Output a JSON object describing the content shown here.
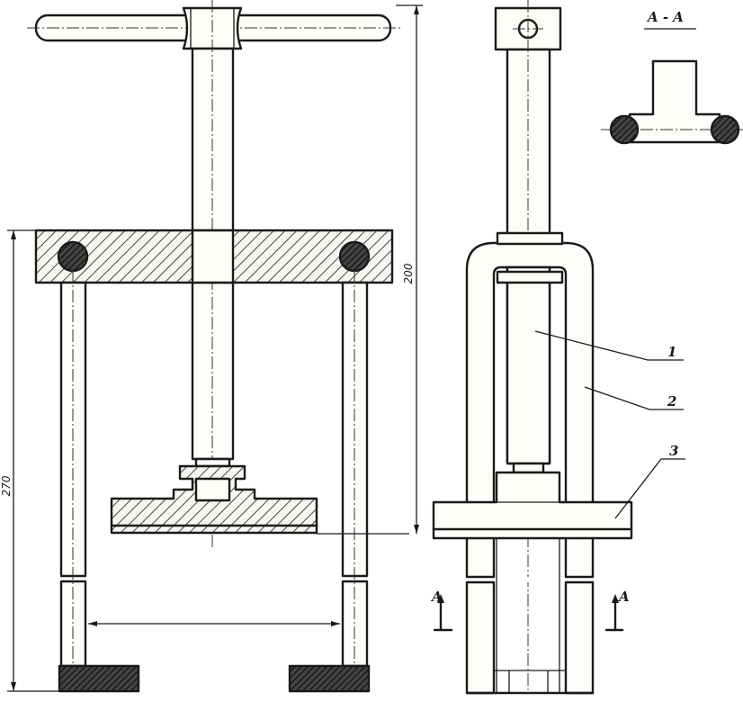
{
  "section_title": "A - A",
  "dimensions": {
    "overall_height": "200",
    "frame_height": "270"
  },
  "section_marks": {
    "left": "A",
    "right": "A"
  },
  "part_labels": [
    "1",
    "2",
    "3"
  ]
}
